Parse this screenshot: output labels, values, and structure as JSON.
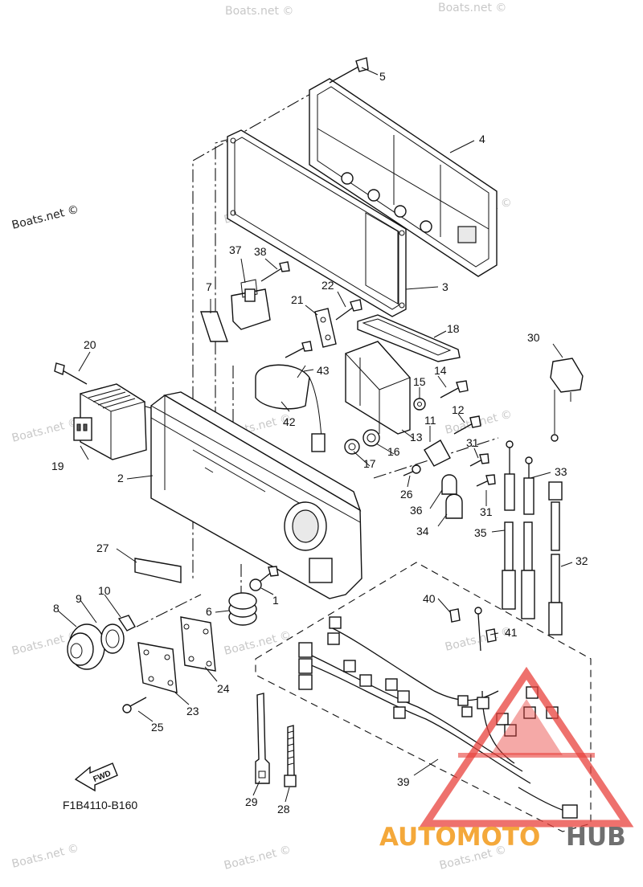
{
  "watermark": {
    "text": "Boats.net ©"
  },
  "diagram_code": "F1B4110-B160",
  "fwd_label": "FWD",
  "logo": {
    "text_left": "AUTOMOTO",
    "text_right": "HUB",
    "color_left": "#f4a83a",
    "color_right": "#6f6f6f",
    "triangle_color": "#e8413c"
  },
  "callouts": [
    "1",
    "2",
    "3",
    "4",
    "5",
    "6",
    "7",
    "8",
    "9",
    "10",
    "11",
    "12",
    "13",
    "14",
    "15",
    "16",
    "17",
    "18",
    "19",
    "20",
    "21",
    "22",
    "23",
    "24",
    "25",
    "26",
    "27",
    "28",
    "29",
    "30",
    "31",
    "31",
    "32",
    "33",
    "34",
    "35",
    "36",
    "37",
    "38",
    "39",
    "40",
    "41",
    "42",
    "43"
  ]
}
